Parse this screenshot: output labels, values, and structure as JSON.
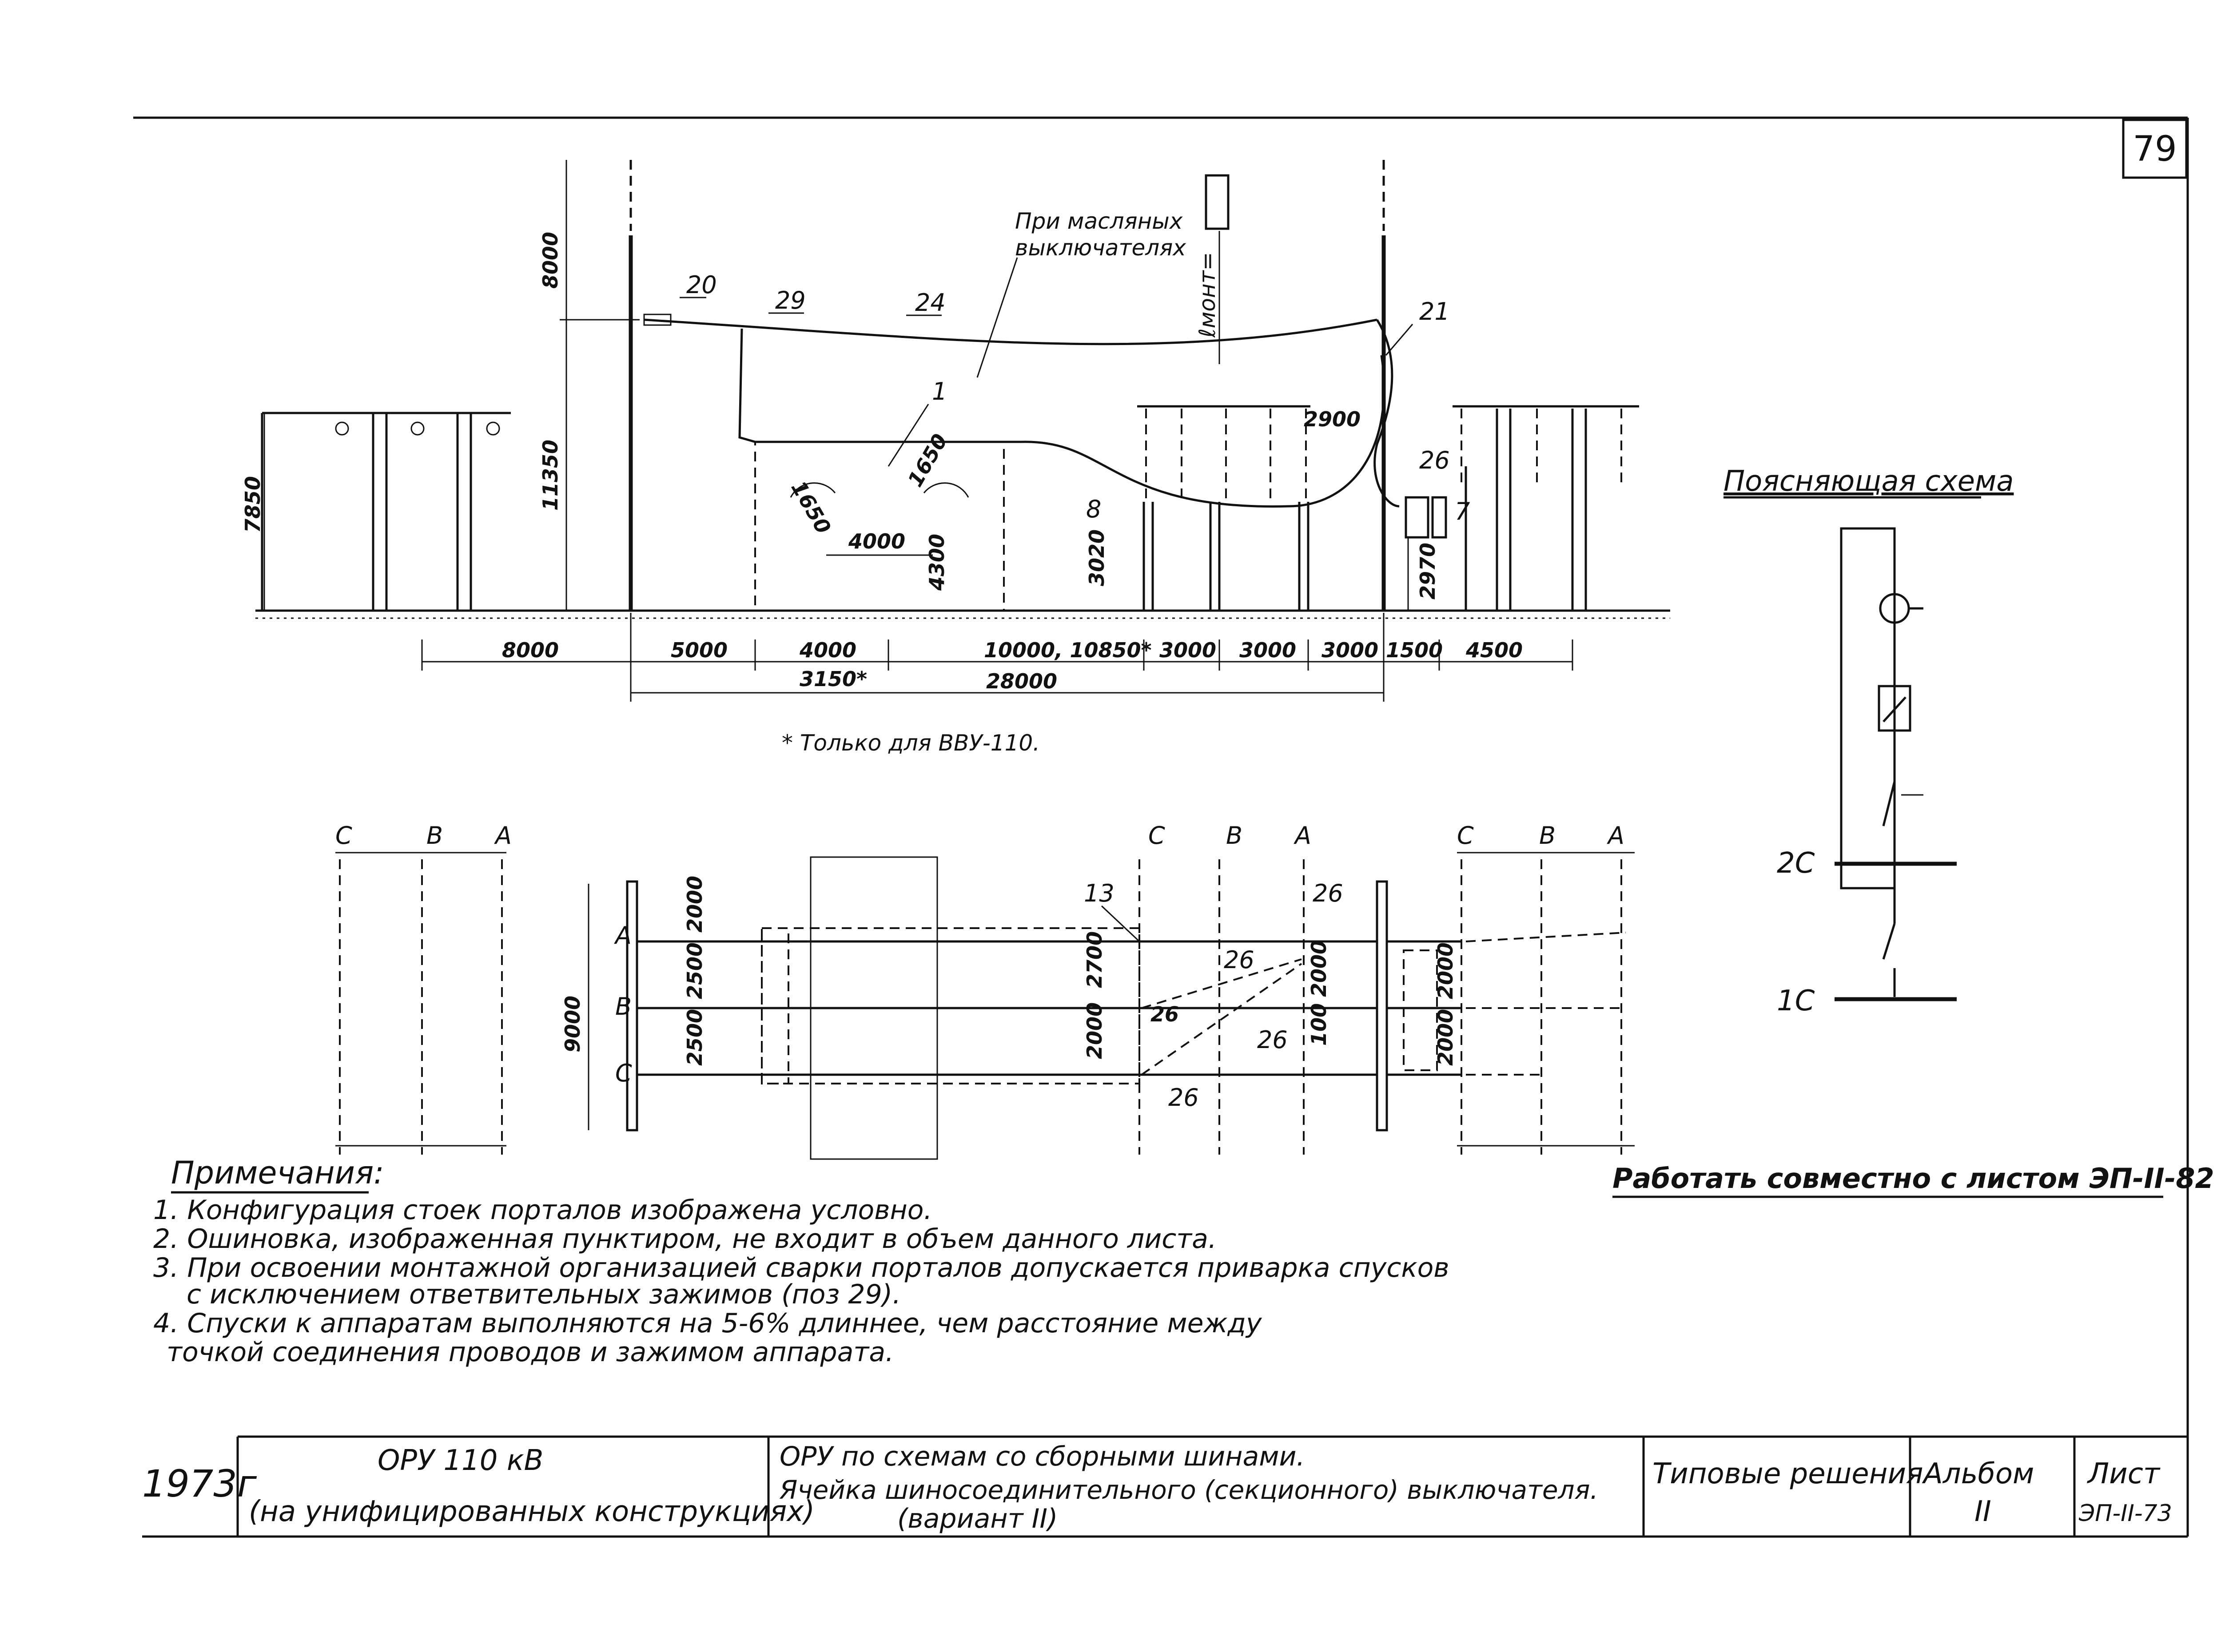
{
  "sheet_number": "79",
  "section": {
    "dims_top": [
      "8000",
      "11350",
      "7850",
      "1650",
      "1650",
      "4000",
      "4300",
      "3020",
      "2900",
      "2970"
    ],
    "dims_bottom": [
      "8000",
      "5000",
      "4000",
      "10000, 10850*",
      "3000",
      "3000",
      "3000",
      "1500",
      "4500"
    ],
    "dims_bottom_total": [
      "3150*",
      "28000"
    ],
    "callouts": [
      "20",
      "29",
      "24",
      "1",
      "8",
      "21",
      "26",
      "7"
    ],
    "annotation": [
      "При масляных",
      "выключателях"
    ],
    "l_mont": "ℓмонт=",
    "footnote": "* Только для ВВУ-110."
  },
  "plan": {
    "phase_letters": [
      "C",
      "B",
      "A"
    ],
    "row_labels": [
      "A",
      "B",
      "C"
    ],
    "dims_left": [
      "2000",
      "2500",
      "2500",
      "9000"
    ],
    "dims_mid": [
      "2700",
      "2000",
      "2000",
      "100"
    ],
    "dims_right": [
      "2000",
      "2000"
    ],
    "callouts": [
      "13",
      "26",
      "26",
      "26",
      "26",
      "26"
    ]
  },
  "schema": {
    "title": "Поясняющая схема",
    "bus_upper": "2С",
    "bus_lower": "1С"
  },
  "work_together": "Работать совместно с листом ЭП-II-82",
  "notes": {
    "title": "Примечания:",
    "items": [
      "1. Конфигурация стоек порталов изображена условно.",
      "2. Ошиновка, изображенная пунктиром, не входит в объем данного листа.",
      "3. При освоении монтажной организацией сварки порталов допускается приварка спусков",
      "с исключением ответвительных зажимов (поз 29).",
      "4. Спуски к аппаратам выполняются на 5-6% длиннее, чем расстояние между",
      "точкой соединения проводов и зажимом аппарата."
    ]
  },
  "title_block": {
    "year": "1973г",
    "cell1_line1": "ОРУ 110 кВ",
    "cell1_line2": "(на унифицированных конструкциях)",
    "cell2_line1": "ОРУ по схемам со сборными шинами.",
    "cell2_line2": "Ячейка шиносоединительного (секционного) выключателя.",
    "cell2_line3": "(вариант II)",
    "cell3": "Типовые решения",
    "album_label": "Альбом",
    "album_value": "II",
    "sheet_label": "Лист",
    "sheet_value": "ЭП-II-73"
  }
}
